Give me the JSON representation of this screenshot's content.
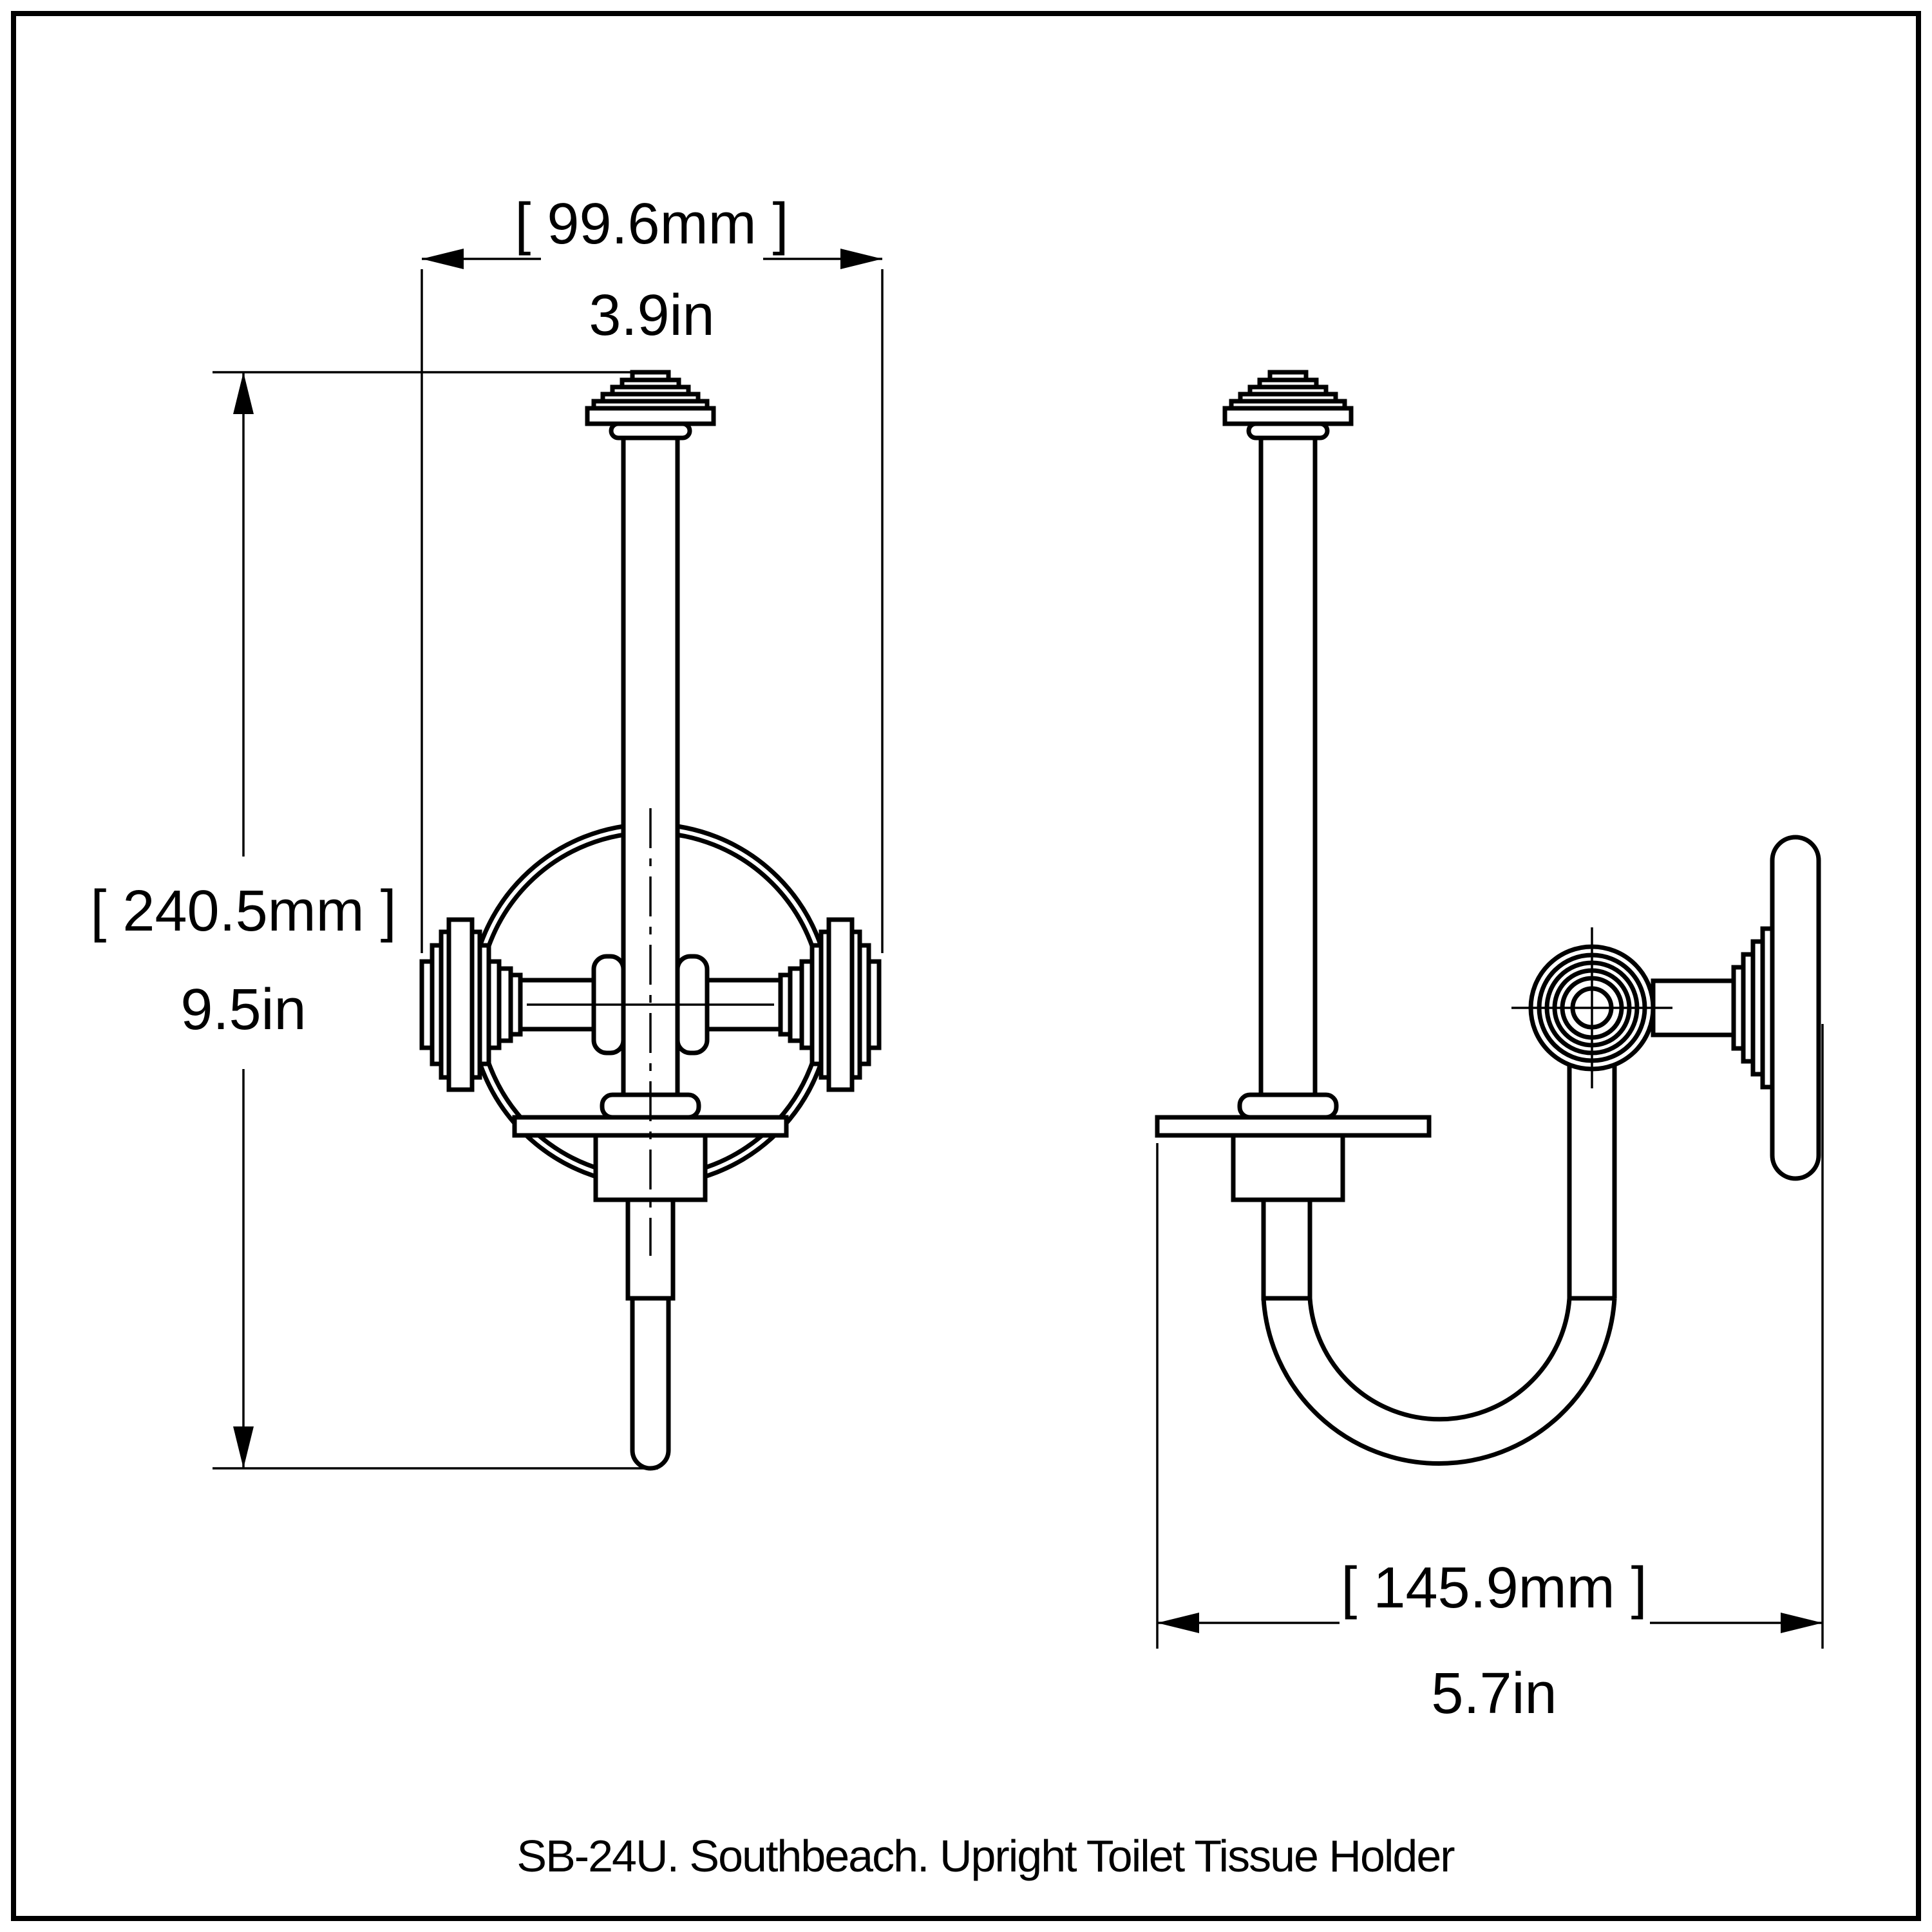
{
  "colors": {
    "ink": "#000000",
    "background": "#ffffff"
  },
  "caption": "SB-24U. Southbeach. Upright Toilet Tissue Holder",
  "dimensions": {
    "width": {
      "metric": "[ 99.6mm ]",
      "imperial": "3.9in"
    },
    "height": {
      "metric": "[ 240.5mm ]",
      "imperial": "9.5in"
    },
    "projection": {
      "metric": "[ 145.9mm ]",
      "imperial": "5.7in"
    }
  }
}
